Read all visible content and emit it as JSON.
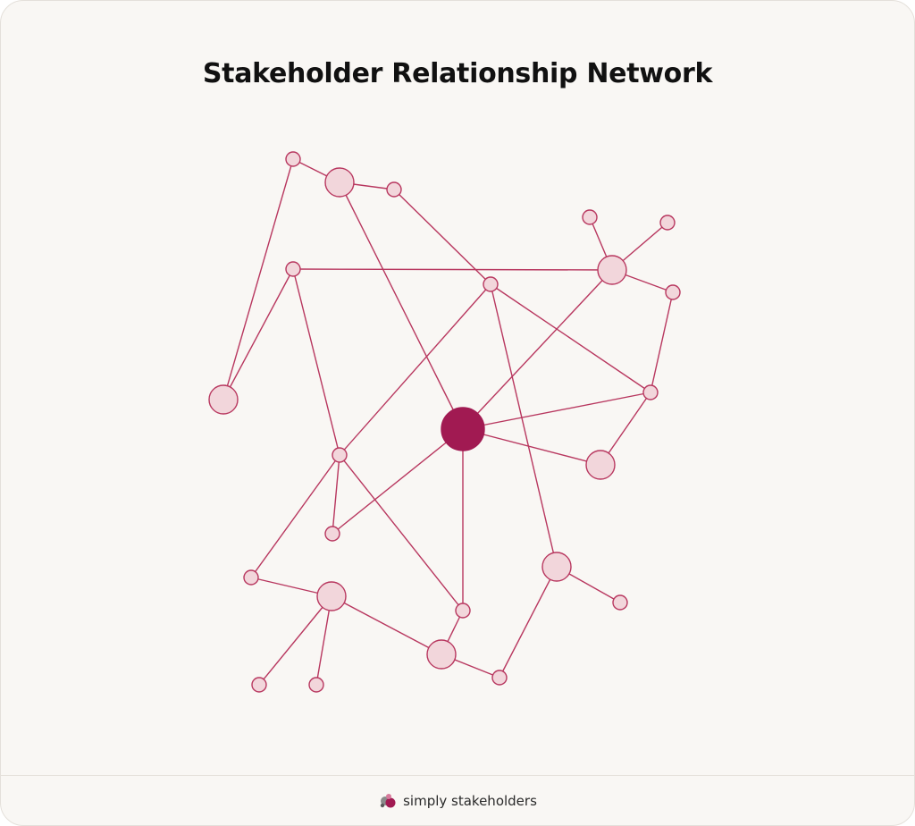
{
  "title": "Stakeholder Relationship Network",
  "brand": {
    "name": "simply stakeholders",
    "logo_icon": "simply-stakeholders-logo-icon"
  },
  "colors": {
    "edge": "#b8375f",
    "node_fill": "#f2d6db",
    "node_stroke": "#b8375f",
    "center_fill": "#a11a52"
  },
  "network": {
    "nodes": [
      {
        "id": "a1",
        "kind": "small"
      },
      {
        "id": "a2",
        "kind": "medium"
      },
      {
        "id": "a3",
        "kind": "small"
      },
      {
        "id": "b1",
        "kind": "small"
      },
      {
        "id": "b2",
        "kind": "small"
      },
      {
        "id": "b3",
        "kind": "medium"
      },
      {
        "id": "b4",
        "kind": "small"
      },
      {
        "id": "b5",
        "kind": "small"
      },
      {
        "id": "c1",
        "kind": "small"
      },
      {
        "id": "c2",
        "kind": "medium"
      },
      {
        "id": "hub",
        "kind": "center"
      },
      {
        "id": "c3",
        "kind": "small"
      },
      {
        "id": "c4",
        "kind": "medium"
      },
      {
        "id": "d1",
        "kind": "small"
      },
      {
        "id": "d2",
        "kind": "small"
      },
      {
        "id": "d3",
        "kind": "medium"
      },
      {
        "id": "d4",
        "kind": "small"
      },
      {
        "id": "d5",
        "kind": "small"
      },
      {
        "id": "e1",
        "kind": "medium"
      },
      {
        "id": "e2",
        "kind": "small"
      },
      {
        "id": "e3",
        "kind": "small"
      },
      {
        "id": "e4",
        "kind": "small"
      },
      {
        "id": "e5",
        "kind": "medium"
      },
      {
        "id": "e6",
        "kind": "small"
      }
    ],
    "edges": [
      [
        "a1",
        "a2"
      ],
      [
        "a2",
        "a3"
      ],
      [
        "a1",
        "c2"
      ],
      [
        "a2",
        "hub"
      ],
      [
        "a3",
        "b2"
      ],
      [
        "c1",
        "b3"
      ],
      [
        "c1",
        "c2"
      ],
      [
        "c1",
        "d1"
      ],
      [
        "b1",
        "b3"
      ],
      [
        "b4",
        "b3"
      ],
      [
        "b3",
        "b5"
      ],
      [
        "b3",
        "hub"
      ],
      [
        "b5",
        "c3"
      ],
      [
        "b2",
        "d1"
      ],
      [
        "b2",
        "c3"
      ],
      [
        "b2",
        "d3"
      ],
      [
        "hub",
        "c3"
      ],
      [
        "hub",
        "c4"
      ],
      [
        "c3",
        "c4"
      ],
      [
        "hub",
        "d2"
      ],
      [
        "hub",
        "e4"
      ],
      [
        "d1",
        "d2"
      ],
      [
        "d1",
        "d4"
      ],
      [
        "d1",
        "e4"
      ],
      [
        "d4",
        "e1"
      ],
      [
        "e1",
        "e2"
      ],
      [
        "e1",
        "e3"
      ],
      [
        "e1",
        "e5"
      ],
      [
        "e5",
        "e4"
      ],
      [
        "e5",
        "e6"
      ],
      [
        "e6",
        "d3"
      ],
      [
        "d3",
        "d5"
      ]
    ]
  }
}
